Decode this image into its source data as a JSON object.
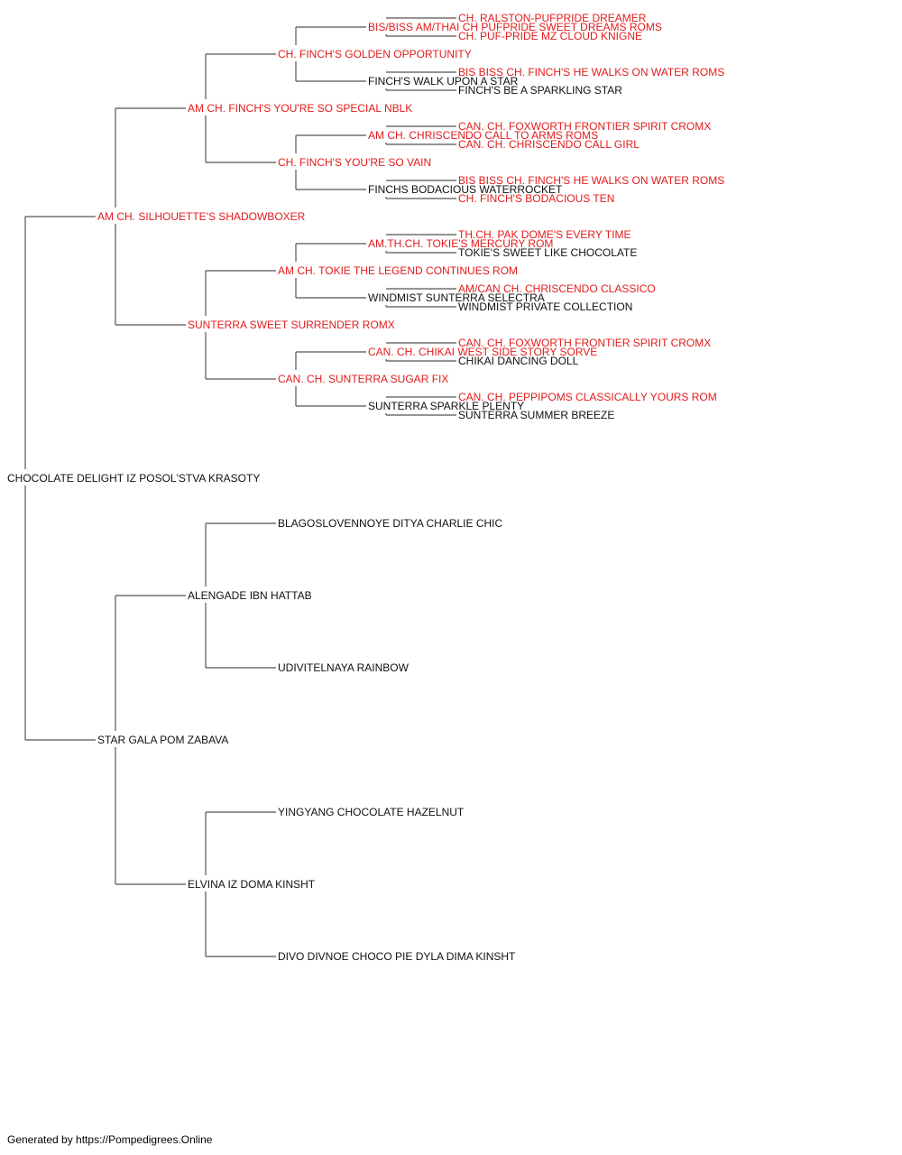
{
  "colors": {
    "champion": "#e31b1b",
    "regular": "#111111",
    "line": "#555555"
  },
  "pedigree": {
    "name": "CHOCOLATE DELIGHT IZ POSOL'STVA KRASOTY",
    "ch": false,
    "sire": {
      "name": "AM CH. SILHOUETTE'S SHADOWBOXER",
      "ch": true,
      "sire": {
        "name": "AM CH. FINCH'S YOU'RE SO SPECIAL NBLK",
        "ch": true,
        "sire": {
          "name": "CH. FINCH'S GOLDEN OPPORTUNITY",
          "ch": true,
          "sire": {
            "name": "BIS/BISS AM/THAI CH PUFPRIDE SWEET DREAMS ROMS",
            "ch": true,
            "sire": {
              "name": "CH. RALSTON-PUFPRIDE DREAMER",
              "ch": true
            },
            "dam": {
              "name": "CH. PUF-PRIDE MZ CLOUD KNIGNE",
              "ch": true
            }
          },
          "dam": {
            "name": "FINCH'S WALK UPON A STAR",
            "ch": false,
            "sire": {
              "name": "BIS BISS CH. FINCH'S HE WALKS ON WATER ROMS",
              "ch": true
            },
            "dam": {
              "name": "FINCH'S BE A SPARKLING STAR",
              "ch": false
            }
          }
        },
        "dam": {
          "name": "CH. FINCH'S YOU'RE SO VAIN",
          "ch": true,
          "sire": {
            "name": "AM CH. CHRISCENDO CALL TO ARMS ROMS",
            "ch": true,
            "sire": {
              "name": "CAN. CH. FOXWORTH FRONTIER SPIRIT CROMX",
              "ch": true
            },
            "dam": {
              "name": "CAN. CH. CHRISCENDO CALL GIRL",
              "ch": true
            }
          },
          "dam": {
            "name": "FINCHS BODACIOUS WATERROCKET",
            "ch": false,
            "sire": {
              "name": "BIS BISS CH. FINCH'S HE WALKS ON WATER ROMS",
              "ch": true
            },
            "dam": {
              "name": "CH. FINCH'S BODACIOUS TEN",
              "ch": true
            }
          }
        }
      },
      "dam": {
        "name": "SUNTERRA SWEET SURRENDER ROMX",
        "ch": true,
        "sire": {
          "name": "AM CH. TOKIE THE LEGEND CONTINUES ROM",
          "ch": true,
          "sire": {
            "name": "AM.TH.CH. TOKIE'S MERCURY ROM",
            "ch": true,
            "sire": {
              "name": "TH.CH. PAK DOME'S EVERY TIME",
              "ch": true
            },
            "dam": {
              "name": "TOKIE'S SWEET LIKE CHOCOLATE",
              "ch": false
            }
          },
          "dam": {
            "name": "WINDMIST SUNTERRA SELECTRA",
            "ch": false,
            "sire": {
              "name": "AM/CAN CH. CHRISCENDO CLASSICO",
              "ch": true
            },
            "dam": {
              "name": "WINDMIST PRIVATE COLLECTION",
              "ch": false
            }
          }
        },
        "dam": {
          "name": "CAN. CH. SUNTERRA SUGAR FIX",
          "ch": true,
          "sire": {
            "name": "CAN. CH. CHIKAI WEST SIDE STORY SORVE",
            "ch": true,
            "sire": {
              "name": "CAN. CH. FOXWORTH FRONTIER SPIRIT CROMX",
              "ch": true
            },
            "dam": {
              "name": "CHIKAI DANCING DOLL",
              "ch": false
            }
          },
          "dam": {
            "name": "SUNTERRA SPARKLE PLENTY",
            "ch": false,
            "sire": {
              "name": "CAN. CH. PEPPIPOMS CLASSICALLY YOURS ROM",
              "ch": true
            },
            "dam": {
              "name": "SUNTERRA SUMMER BREEZE",
              "ch": false
            }
          }
        }
      }
    },
    "dam": {
      "name": "STAR GALA POM ZABAVA",
      "ch": false,
      "sire": {
        "name": "ALENGADE IBN HATTAB",
        "ch": false,
        "sire": {
          "name": "BLAGOSLOVENNOYE DITYA CHARLIE CHIC",
          "ch": false
        },
        "dam": {
          "name": "UDIVITELNAYA RAINBOW",
          "ch": false
        }
      },
      "dam": {
        "name": "ELVINA IZ DOMA KINSHT",
        "ch": false,
        "sire": {
          "name": "YINGYANG CHOCOLATE HAZELNUT",
          "ch": false
        },
        "dam": {
          "name": "DIVO DIVNOE CHOCO PIE DYLA DIMA KINSHT",
          "ch": false
        }
      }
    }
  },
  "footer": "Generated by https://Pompedigrees.Online"
}
